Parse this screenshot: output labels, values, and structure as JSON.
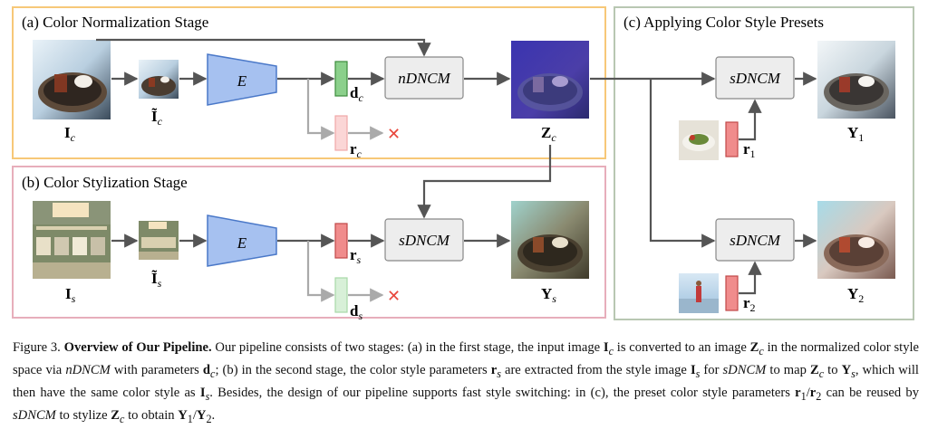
{
  "stages": {
    "a_title": "(a) Color Normalization Stage",
    "b_title": "(b) Color Stylization Stage",
    "c_title": "(c) Applying Color Style Presets"
  },
  "colors": {
    "stage_a_border": "#f7c878",
    "stage_b_border": "#e7aebb",
    "stage_c_border": "#b8c7b2",
    "encoder_fill": "#a6c1f0",
    "encoder_stroke": "#4a78c8",
    "green_vec": "#8bd08b",
    "red_vec": "#f08c8c",
    "module_fill": "#ededed",
    "arrow": "#555555",
    "faded_arrow": "#aaaaaa",
    "cross": "#e8473c"
  },
  "modules": {
    "encoder": "E",
    "ndncm": "nDNCM",
    "sdncm": "sDNCM"
  },
  "labels": {
    "ic": "I",
    "ic_sub": "c",
    "ic_tilde": "Ĩ",
    "ic_tilde_sub": "c",
    "dc": "d",
    "dc_sub": "c",
    "rc": "r",
    "rc_sub": "c",
    "zc": "Z",
    "zc_sub": "c",
    "is": "I",
    "is_sub": "s",
    "is_tilde": "Ĩ",
    "is_tilde_sub": "s",
    "rs": "r",
    "rs_sub": "s",
    "ds": "d",
    "ds_sub": "s",
    "ys": "Y",
    "ys_sub": "s",
    "y1": "Y",
    "y1_sub": "1",
    "y2": "Y",
    "y2_sub": "2",
    "r1": "r",
    "r1_sub": "1",
    "r2": "r",
    "r2_sub": "2",
    "cross": "✕"
  },
  "caption": {
    "fig": "Figure 3.",
    "title": "Overview of Our Pipeline.",
    "p1": "Our pipeline consists of two stages: (a) in the first stage, the input image",
    "p2": "is converted to an image",
    "p3": "in the normalized color style space via",
    "p4": "with parameters",
    "p5": "; (b) in the second stage, the color style parameters",
    "p6": "are extracted from the style image",
    "p7": "for",
    "p8": "to map",
    "p9": "to",
    "p10": ", which will then have the same color style as",
    "p11": ". Besides, the design of our pipeline supports fast style switching: in (c), the preset color style parameters",
    "p12": "can be reused by",
    "p13": "to stylize",
    "p14": "to obtain",
    "p15": "."
  }
}
